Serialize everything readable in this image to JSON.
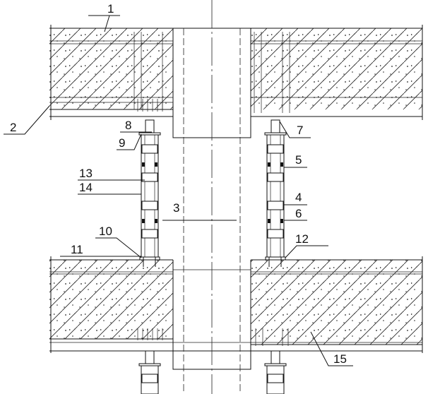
{
  "labels": {
    "l1": "1",
    "l2": "2",
    "l3": "3",
    "l4": "4",
    "l5": "5",
    "l6": "6",
    "l7": "7",
    "l8": "8",
    "l9": "9",
    "l10": "10",
    "l11": "11",
    "l12": "12",
    "l13": "13",
    "l14": "14",
    "l15": "15"
  },
  "colors": {
    "line": "#111111",
    "background": "#ffffff"
  }
}
